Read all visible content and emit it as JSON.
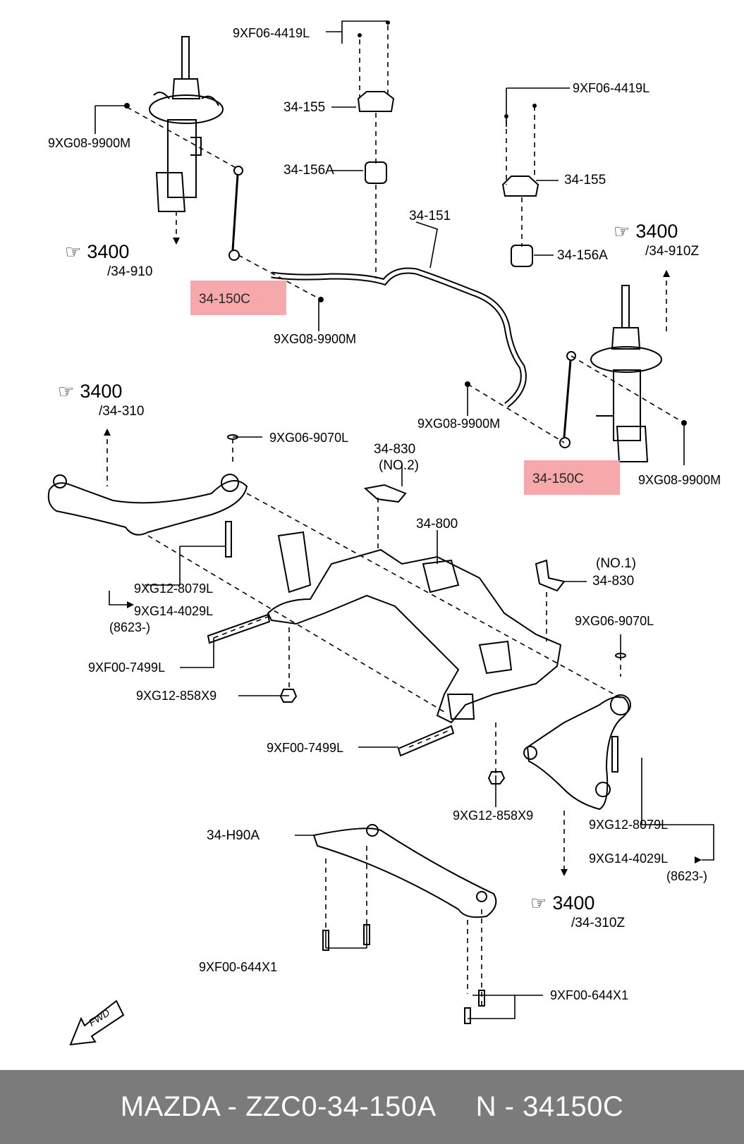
{
  "labels": {
    "bolt_top_left": "9XF06-4419L",
    "bolt_top_right": "9XF06-4419L",
    "bracket_left": "34-155",
    "bracket_right": "34-155",
    "bushing_left": "34-156A",
    "bushing_right": "34-156A",
    "stabilizer": "34-151",
    "nut_strut_left": "9XG08-9900M",
    "nut_link_left": "9XG08-9900M",
    "nut_link_right": "9XG08-9900M",
    "nut_strut_right": "9XG08-9900M",
    "washer_left": "9XG06-9070L",
    "washer_right": "9XG06-9070L",
    "shield_no2": "34-830",
    "shield_no2_sub": "(NO.2)",
    "crossmember": "34-800",
    "shield_no1_sub": "(NO.1)",
    "shield_no1": "34-830",
    "bolt_arm_left_a": "9XG12-8079L",
    "bolt_arm_left_b": "9XG14-4029L",
    "bolt_arm_left_c": "(8623-)",
    "bolt_sub_left": "9XF00-7499L",
    "nut_sub_left": "9XG12-858X9",
    "bolt_sub_mid": "9XF00-7499L",
    "nut_sub_mid": "9XG12-858X9",
    "bolt_arm_right_a": "9XG12-8079L",
    "bolt_arm_right_b": "9XG14-4029L",
    "bolt_arm_right_c": "(8623-)",
    "brace": "34-H90A",
    "brace_bolt_left": "9XF00-644X1",
    "brace_bolt_right": "9XF00-644X1"
  },
  "highlights": {
    "link_left": "34-150C",
    "link_right": "34-150C"
  },
  "refs": {
    "strut_left": {
      "num": "3400",
      "sub": "/34-910"
    },
    "strut_right": {
      "num": "3400",
      "sub": "/34-910Z"
    },
    "arm_left": {
      "num": "3400",
      "sub": "/34-310"
    },
    "arm_right": {
      "num": "3400",
      "sub": "/34-310Z"
    }
  },
  "fwd_label": "FWD",
  "footer": {
    "left": "MAZDA - ZZC0-34-150A",
    "right": "N - 34150C"
  },
  "colors": {
    "highlight": "#f59a9c",
    "footer_bg": "#7b7b7b",
    "footer_text": "#ffffff"
  }
}
